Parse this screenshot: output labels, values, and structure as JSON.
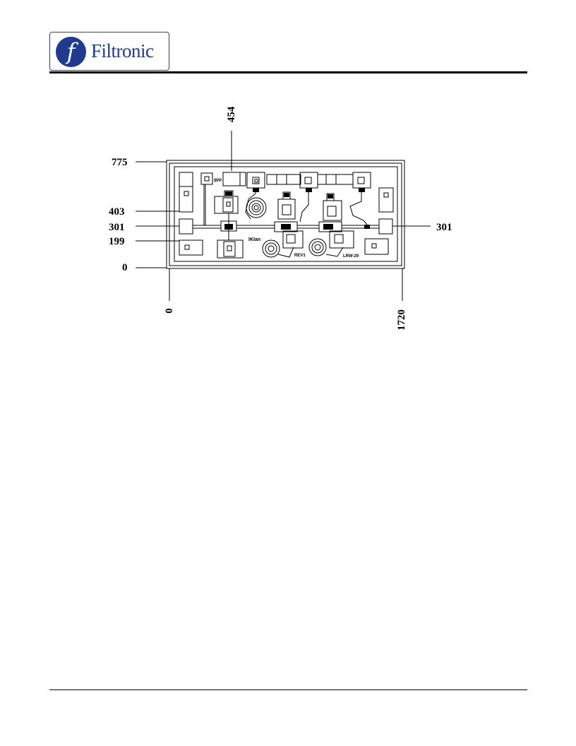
{
  "header": {
    "logo_glyph": "f",
    "brand_name": "Filtronic",
    "brand_color": "#1f3a8f"
  },
  "drawing": {
    "top_dim": "454",
    "left_dims": [
      "775",
      "403",
      "301",
      "199",
      "0"
    ],
    "right_dim": "301",
    "bottom_dims": [
      "0",
      "1720"
    ],
    "die_text": [
      "IKIan",
      "REV1",
      "LRW-29",
      "gpp"
    ]
  }
}
